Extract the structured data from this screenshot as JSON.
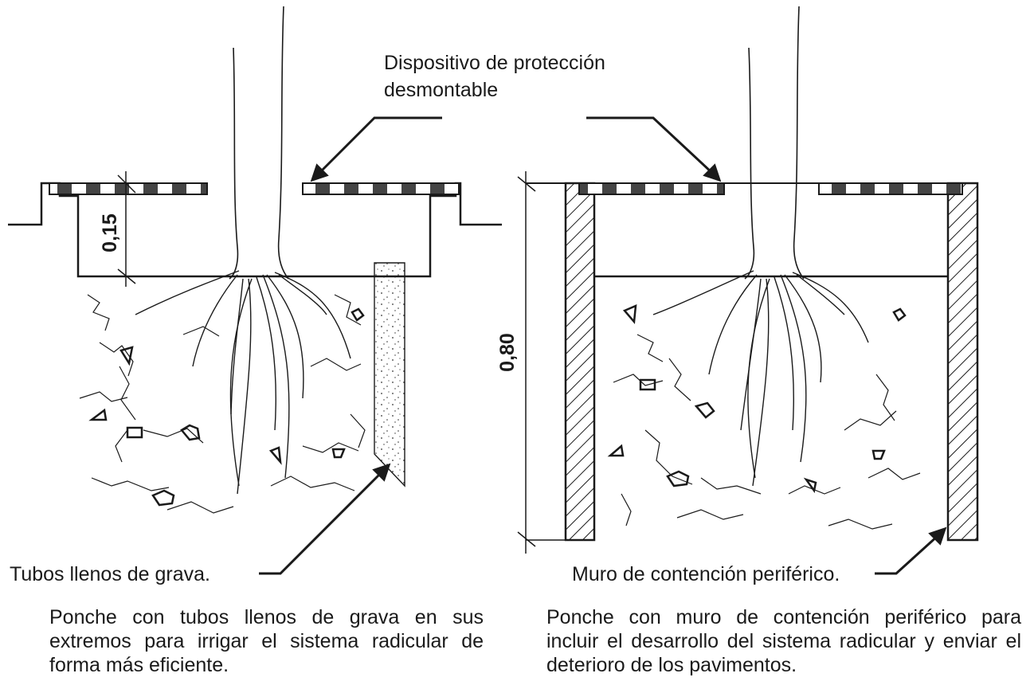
{
  "labels": {
    "protection_device_line1": "Dispositivo de protección",
    "protection_device_line2": "desmontable",
    "gravel_tubes": "Tubos llenos de grava.",
    "retaining_wall": "Muro de contención periférico."
  },
  "dimensions": {
    "grate_depth": "0,15",
    "wall_depth": "0,80"
  },
  "captions": {
    "left": "Ponche con tubos llenos de grava en sus extremos para irrigar el sistema radicular de forma más eficiente.",
    "right": "Ponche con muro de contención periférico para incluir el desarrollo del sistema radicular y enviar el deterioro de los pavimentos."
  }
}
